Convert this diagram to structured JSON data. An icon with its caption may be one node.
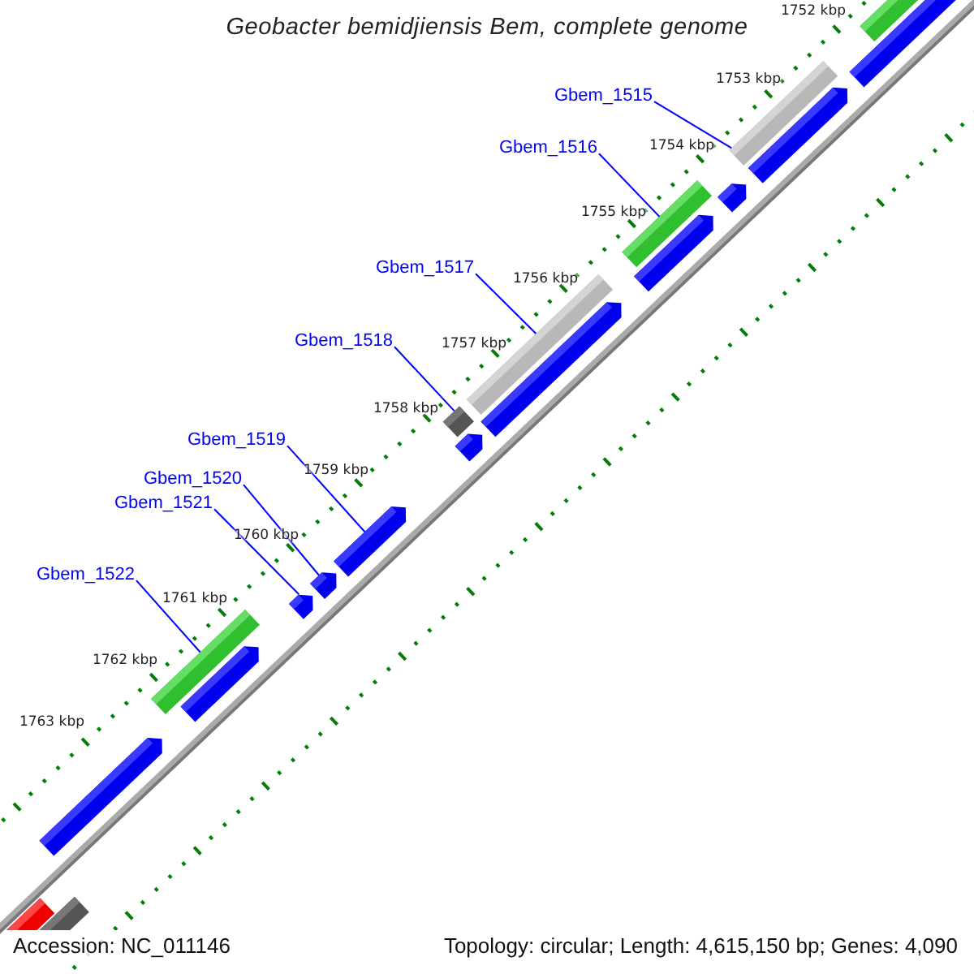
{
  "diagram": {
    "title": "Geobacter bemidjiensis Bem, complete genome",
    "nodes": [
      {
        "text": [
          "Gbem_1515"
        ]
      },
      {
        "text": [
          "Gbem_1516"
        ]
      },
      {
        "text": [
          "Gbem_1517"
        ]
      },
      {
        "text": [
          "Gbem_1518"
        ]
      },
      {
        "text": [
          "Gbem_1519"
        ]
      },
      {
        "text": [
          "Gbem_1520"
        ]
      },
      {
        "text": [
          "Gbem_1521"
        ]
      },
      {
        "text": [
          "Gbem_1522"
        ]
      },
      {
        "text": [],
        "shape": "bar"
      },
      {
        "text": [],
        "shape": "bar"
      },
      {
        "text": [],
        "shape": "bar"
      },
      {
        "text": [],
        "shape": "bar"
      },
      {
        "text": [],
        "shape": "bar"
      },
      {
        "text": [],
        "shape": "bar"
      },
      {
        "text": [],
        "shape": "bar"
      },
      {
        "text": [],
        "shape": "bar"
      },
      {
        "text": [],
        "shape": "bar"
      },
      {
        "text": [],
        "shape": "bar"
      },
      {
        "text": [],
        "shape": "bar"
      },
      {
        "text": [],
        "shape": "bar"
      },
      {
        "text": [],
        "shape": "bar"
      },
      {
        "text": [],
        "shape": "bar"
      },
      {
        "text": [],
        "shape": "bar"
      },
      {
        "text": [],
        "shape": "bar"
      },
      {
        "text": [],
        "shape": "bar"
      },
      {
        "text": [],
        "shape": "bar"
      },
      {
        "text": [],
        "shape": "bar"
      }
    ],
    "edges": [
      {
        "from": 0,
        "to": 10,
        "arrow": "none"
      },
      {
        "from": 1,
        "to": 13,
        "arrow": "none"
      },
      {
        "from": 2,
        "to": 15,
        "arrow": "none"
      },
      {
        "from": 3,
        "to": 17,
        "arrow": "none"
      },
      {
        "from": 4,
        "to": 19,
        "arrow": "none"
      },
      {
        "from": 5,
        "to": 20,
        "arrow": "none"
      },
      {
        "from": 6,
        "to": 21,
        "arrow": "none"
      },
      {
        "from": 7,
        "to": 22,
        "arrow": "none"
      }
    ],
    "labels": [
      "1752 kbp",
      "1753 kbp",
      "1754 kbp",
      "1755 kbp",
      "1756 kbp",
      "1757 kbp",
      "1758 kbp",
      "1759 kbp",
      "1760 kbp",
      "1761 kbp",
      "1762 kbp",
      "1763 kbp",
      "Accession: NC_011146",
      "Topology: circular; Length: 4,615,150 bp; Genes: 4,090"
    ]
  }
}
